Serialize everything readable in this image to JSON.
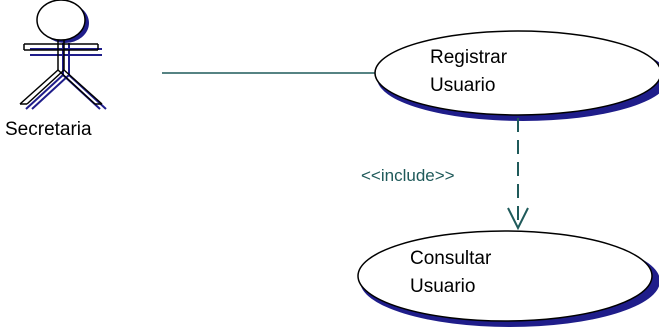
{
  "actor": {
    "label": "Secretaria"
  },
  "use_cases": [
    {
      "lines": [
        "Registrar",
        "Usuario"
      ]
    },
    {
      "lines": [
        "Consultar",
        "Usuario"
      ]
    }
  ],
  "relationship": {
    "stereotype": "<<include>>"
  },
  "colors": {
    "outline": "#000000",
    "shadow": "#1f1d8a",
    "connector": "#1f5a5a",
    "stereotype_text": "#1f5a5a",
    "fill": "#ffffff"
  }
}
